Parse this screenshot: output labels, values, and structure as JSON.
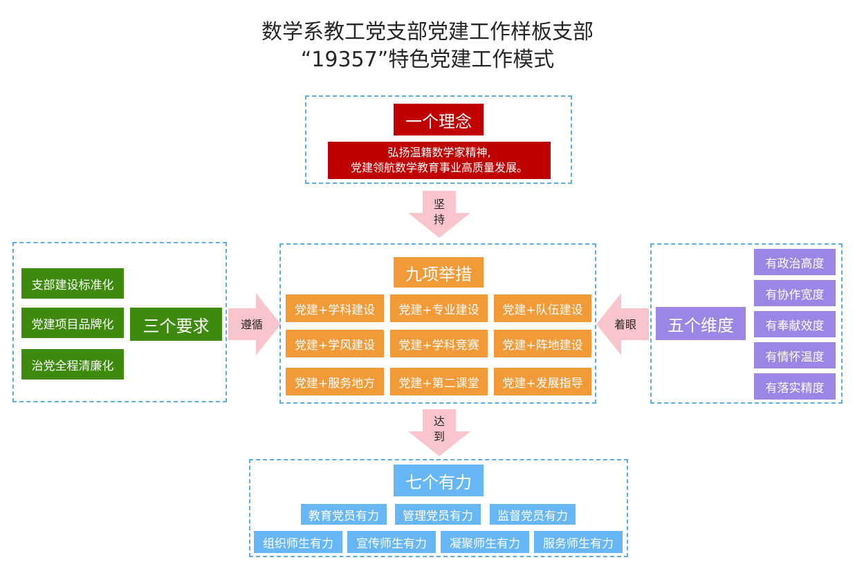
{
  "title": {
    "line1": "数学系教工党支部党建工作样板支部",
    "line2": "“19357”特色党建工作模式"
  },
  "one_concept": {
    "label": "一个理念",
    "text_line1": "弘扬温籍数学家精神,",
    "text_line2": "党建领航数学教育事业高质量发展。"
  },
  "arrow_top_label_line1": "坚",
  "arrow_top_label_line2": "持",
  "nine_measures": {
    "label": "九项举措",
    "items": [
      "党建+学科建设",
      "党建+专业建设",
      "党建+队伍建设",
      "党建+学风建设",
      "党建+学科竞赛",
      "党建+阵地建设",
      "党建+服务地方",
      "党建+第二课堂",
      "党建+发展指导"
    ]
  },
  "three_requirements": {
    "label": "三个要求",
    "items": [
      "支部建设标准化",
      "党建项目品牌化",
      "治党全程清廉化"
    ]
  },
  "arrow_left_label": "遵循",
  "five_dimensions": {
    "label": "五个维度",
    "items": [
      "有政治高度",
      "有协作宽度",
      "有奉献效度",
      "有情怀温度",
      "有落实精度"
    ]
  },
  "arrow_right_label": "着眼",
  "arrow_bottom_label_line1": "达",
  "arrow_bottom_label_line2": "到",
  "seven_powers": {
    "label": "七个有力",
    "row1": [
      "教育党员有力",
      "管理党员有力",
      "监督党员有力"
    ],
    "row2": [
      "组织师生有力",
      "宣传师生有力",
      "凝聚师生有力",
      "服务师生有力"
    ]
  },
  "colors": {
    "red": "#c00000",
    "green": "#3d8a0f",
    "orange": "#f39a38",
    "purple": "#9b86e6",
    "blue": "#67b7f6",
    "arrow": "#f7c5cb",
    "dash": "#5aaee6"
  }
}
